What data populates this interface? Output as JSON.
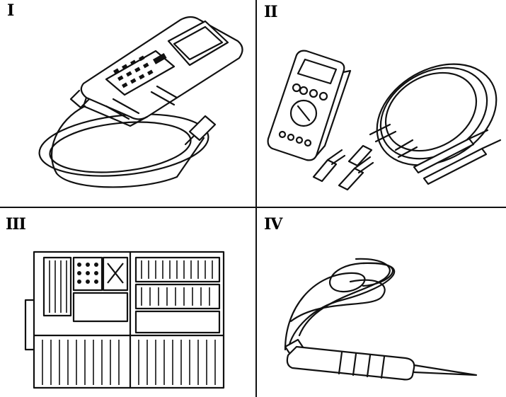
{
  "panels": [
    {
      "numeral": "I",
      "icon": "handheld-scan-tester-icon"
    },
    {
      "numeral": "II",
      "icon": "digital-multimeter-icon"
    },
    {
      "numeral": "III",
      "icon": "breakout-box-icon"
    },
    {
      "numeral": "IV",
      "icon": "test-light-probe-icon"
    }
  ],
  "colors": {
    "ink": "#111111",
    "background": "#ffffff"
  }
}
